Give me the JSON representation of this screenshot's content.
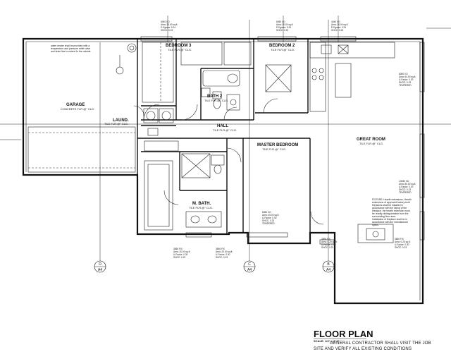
{
  "rooms": {
    "garage": {
      "name": "GARAGE",
      "floor": "CONCRETE FLR.@\" CLG."
    },
    "laundry": {
      "name": "LAUND.",
      "floor": "TILE FLR.@\" CLG."
    },
    "bedroom3": {
      "name": "BEDROOM 3",
      "floor": "TILE FLR.@\" CLG."
    },
    "bath2": {
      "name": "BATH 2",
      "floor": "TILE FLR.@\" CLG."
    },
    "hall": {
      "name": "HALL",
      "floor": "TILE FLR.@\" CLG."
    },
    "bedroom2": {
      "name": "BEDROOM 2",
      "floor": "TILE FLR.@\" CLG."
    },
    "great_room": {
      "name": "GREAT ROOM",
      "floor": "TILE FLR.@\" CLG."
    },
    "master_bedroom": {
      "name": "MASTER BEDROOM",
      "floor": "TILE FLR.@\" CLG."
    },
    "master_bath": {
      "name": "M. BATH.",
      "floor": "TILE FLR.@\" CLG."
    }
  },
  "notes": {
    "water_heater": [
      "water heater shall be provided with a",
      "temperature and pressure relief valve",
      "and drain line to extend to the outside"
    ],
    "fireplace": [
      "FIXTURE: Hearth extensions, Hearth",
      "extensions of approved factory-built",
      "fireplaces shall be installed in",
      "accordance with the listing of the",
      "fireplace. the hearth extension must",
      "be readily distinguishable from the",
      "surrounding floor area.",
      "Installation of fireplace shall be in",
      "accordance with the manufacturer",
      "specs."
    ]
  },
  "window_tags": [
    {
      "id": "w-bed3",
      "lines": [
        "6050 XO",
        "Area: 30.00 sq.ft.",
        "E-Egress: 0.24",
        "SHGC: 0.23"
      ]
    },
    {
      "id": "w-bed2",
      "lines": [
        "6050 XO",
        "Area: 30.00 sq.ft.",
        "E-Egress: 0.24",
        "SHGC: 0.23"
      ]
    },
    {
      "id": "w-kitchen",
      "lines": [
        "4040 XO",
        "Area: 16.00 sq.ft.",
        "E-Egress: 0.24",
        "SHGC: 0.23"
      ]
    },
    {
      "id": "w-great-1",
      "lines": [
        "8080 XO",
        "Area: 64.00 sq.ft.",
        "U-Factor: 0.30",
        "SHGC: 0.23",
        "TEMPERED"
      ]
    },
    {
      "id": "w-great-2",
      "lines": [
        "10080 XO",
        "Area: 80.00 sq.ft.",
        "U-Factor: 0.30",
        "SHGC: 0.23",
        "TEMPERED"
      ]
    },
    {
      "id": "w-master",
      "lines": [
        "6050 XO",
        "Area: 45.00 sq.ft.",
        "U-Factor: 0.30",
        "SHGC: 0.23",
        "TEMPERED"
      ]
    },
    {
      "id": "w-mbath",
      "lines": [
        "3656 FIX",
        "Area: 20.00 sq.ft.",
        "U-Factor: 0.30",
        "SHGC: 0.23"
      ]
    },
    {
      "id": "w-mbath2",
      "lines": [
        "3656 FIX",
        "Area: 20.00 sq.ft.",
        "U-Factor: 0.30",
        "SHGC: 0.23"
      ]
    },
    {
      "id": "w-great-3",
      "lines": [
        "3656 FIX",
        "Area: 0.25 sq.ft.",
        "U-Factor: 0.30",
        "SHGC: 0.23"
      ]
    },
    {
      "id": "w-great-4",
      "lines": [
        "3656 FIX",
        "Area: 0.25 sq.ft.",
        "U-Factor: 0.30",
        "SHGC: 0.23"
      ]
    }
  ],
  "section_markers": [
    {
      "letter": "D",
      "sheet": "A4"
    },
    {
      "letter": "C",
      "sheet": "A4"
    },
    {
      "letter": "B",
      "sheet": "A4"
    }
  ],
  "title_block": {
    "title": "FLOOR PLAN",
    "scale": "SCALE: 1/4\" = 1'-0\"",
    "note_line1": "GENERAL CONTRACTOR SHALL VISIT THE JOB",
    "note_line2": "SITE AND VERIFY ALL EXISTING CONDITIONS"
  },
  "colors": {
    "ink": "#111111",
    "paper": "#ffffff"
  }
}
